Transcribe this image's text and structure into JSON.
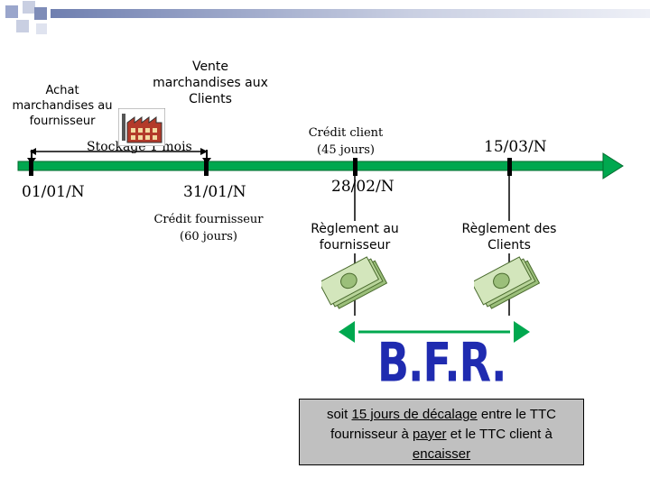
{
  "labels": {
    "achat": "Achat marchandises au fournisseur",
    "vente": "Vente marchandises aux Clients",
    "stockage": "Stockage 1 mois",
    "credit_client": "Crédit client (45 jours)",
    "date_0": "01/01/N",
    "date_1": "31/01/N",
    "date_2": "28/02/N",
    "date_3": "15/03/N",
    "credit_fournisseur": "Crédit fournisseur (60 jours)",
    "reglement_fournisseur": "Règlement au fournisseur",
    "reglement_clients": "Règlement des Clients",
    "bfr": "B.F.R."
  },
  "note": {
    "p1": "soit ",
    "u1": "15 jours de décalage",
    "p2": " entre le TTC fournisseur à ",
    "u2": "payer",
    "p3": " et le TTC client à ",
    "u3": "encaisser"
  },
  "colors": {
    "timeline": "#00a84f",
    "bfr": "#1f2bb0",
    "note_bg": "#c0c0c0"
  },
  "icons": [
    "factory-icon",
    "banknotes-icon"
  ]
}
